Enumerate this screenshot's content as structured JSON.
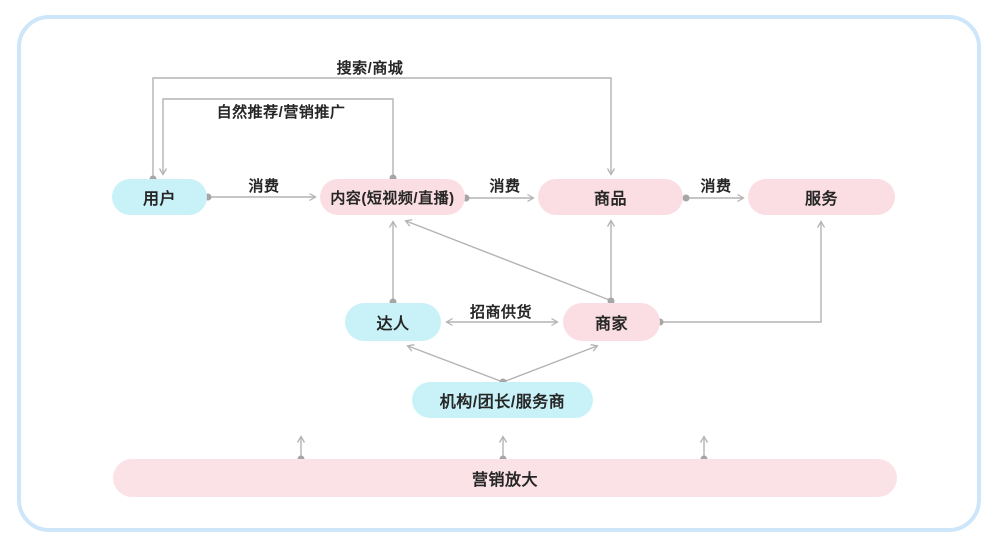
{
  "diagram": {
    "nodes": {
      "user": {
        "label": "用户",
        "color": "cyan"
      },
      "content": {
        "label": "内容(短视频/直播)",
        "color": "pink"
      },
      "goods": {
        "label": "商品",
        "color": "pink"
      },
      "service": {
        "label": "服务",
        "color": "pink"
      },
      "influencer": {
        "label": "达人",
        "color": "cyan"
      },
      "merchant": {
        "label": "商家",
        "color": "pink"
      },
      "agency": {
        "label": "机构/团长/服务商",
        "color": "cyan"
      },
      "marketing": {
        "label": "营销放大",
        "color": "pink"
      }
    },
    "edge_labels": {
      "search_mall": "搜索/商城",
      "recommend": "自然推荐/营销推广",
      "consume_user_content": "消费",
      "consume_content_goods": "消费",
      "consume_goods_service": "消费",
      "supply": "招商供货"
    },
    "colors": {
      "cyan_fill": "#c9f2f8",
      "pink_fill": "#fbdee4",
      "bar_fill": "#fbe2e7",
      "line_gray": "#b3b3b3",
      "dot_gray": "#a6a6a6",
      "frame_blue": "#cde6fa",
      "text": "#262626"
    }
  }
}
